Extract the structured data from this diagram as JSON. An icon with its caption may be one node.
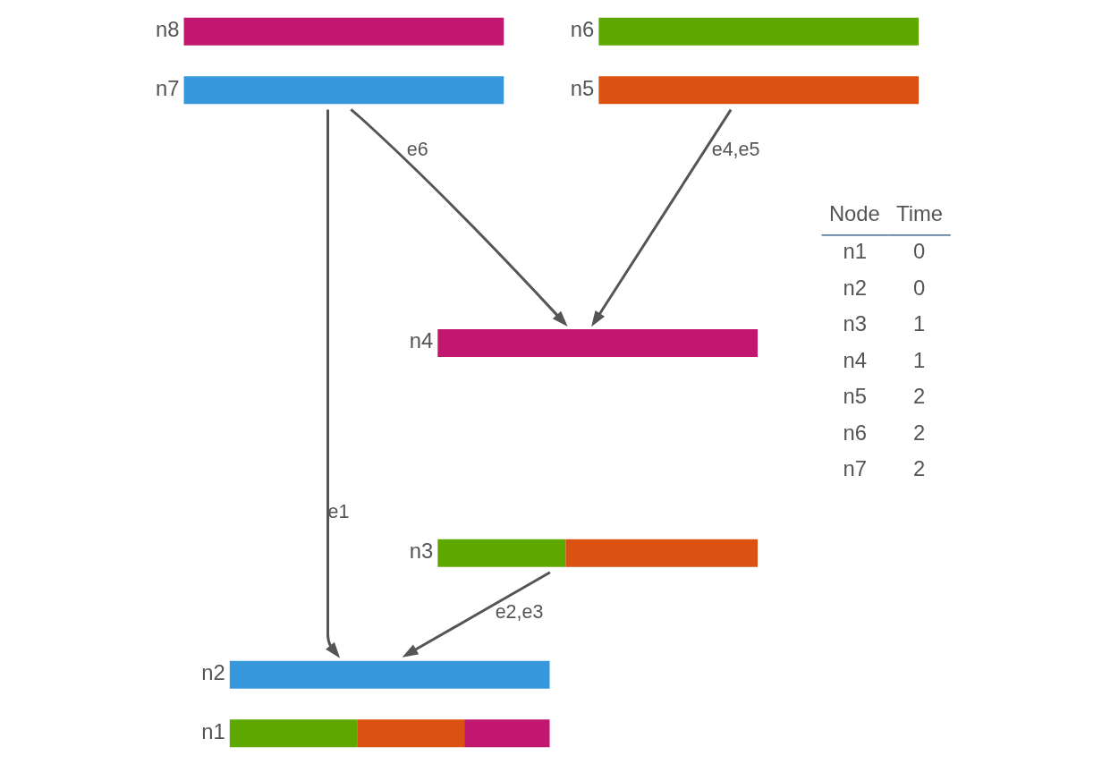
{
  "diagram": {
    "nodes": [
      {
        "text": [],
        "shape": "bar",
        "beside": [
          "n8"
        ]
      },
      {
        "text": [],
        "shape": "bar",
        "beside": [
          "n6"
        ]
      },
      {
        "text": [],
        "shape": "bar",
        "beside": [
          "n7"
        ]
      },
      {
        "text": [],
        "shape": "bar",
        "beside": [
          "n5"
        ]
      },
      {
        "text": [],
        "shape": "bar",
        "beside": [
          "n4"
        ]
      },
      {
        "text": [],
        "shape": "bar",
        "beside": [
          "n3"
        ]
      },
      {
        "text": [],
        "shape": "bar",
        "beside": [
          "n2"
        ]
      },
      {
        "text": [],
        "shape": "bar",
        "beside": [
          "n1"
        ]
      }
    ],
    "edges": [
      {
        "from": 2,
        "to": 6,
        "arrow": "to",
        "label": "e1"
      },
      {
        "from": 2,
        "to": 4,
        "arrow": "to",
        "label": "e6"
      },
      {
        "from": 3,
        "to": 4,
        "arrow": "to",
        "label": "e4,e5"
      },
      {
        "from": 5,
        "to": 6,
        "arrow": "to",
        "label": "e2,e3"
      }
    ],
    "labels": [
      "Node",
      "Time",
      "n1",
      "0",
      "n2",
      "0",
      "n3",
      "1",
      "n4",
      "1",
      "n5",
      "2",
      "n6",
      "2",
      "n7",
      "2"
    ]
  }
}
